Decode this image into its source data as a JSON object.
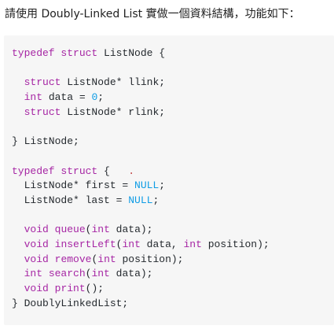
{
  "intro": {
    "prefix": "請使用 ",
    "term": "Doubly-Linked List",
    "suffix": " 實做一個資料結構，功能如下："
  },
  "code_lines": [
    [
      {
        "t": "typedef",
        "c": "kw"
      },
      {
        "t": " struct ",
        "c": "kw"
      },
      {
        "t": "ListNode {",
        "c": "pl"
      }
    ],
    [],
    [
      {
        "t": "  ",
        "c": "pl"
      },
      {
        "t": "struct",
        "c": "kw"
      },
      {
        "t": " ListNode* llink;",
        "c": "pl"
      }
    ],
    [
      {
        "t": "  ",
        "c": "pl"
      },
      {
        "t": "int",
        "c": "typ"
      },
      {
        "t": " data = ",
        "c": "pl"
      },
      {
        "t": "0",
        "c": "num"
      },
      {
        "t": ";",
        "c": "pl"
      }
    ],
    [
      {
        "t": "  ",
        "c": "pl"
      },
      {
        "t": "struct",
        "c": "kw"
      },
      {
        "t": " ListNode* rlink;",
        "c": "pl"
      }
    ],
    [],
    [
      {
        "t": "} ListNode;",
        "c": "pl"
      }
    ],
    [],
    [
      {
        "t": "typedef",
        "c": "kw"
      },
      {
        "t": " struct ",
        "c": "kw"
      },
      {
        "t": "{   ",
        "c": "pl"
      },
      {
        "t": ".",
        "c": "stray"
      }
    ],
    [
      {
        "t": "  ListNode* first = ",
        "c": "pl"
      },
      {
        "t": "NULL",
        "c": "cst"
      },
      {
        "t": ";",
        "c": "pl"
      }
    ],
    [
      {
        "t": "  ListNode* last = ",
        "c": "pl"
      },
      {
        "t": "NULL",
        "c": "cst"
      },
      {
        "t": ";",
        "c": "pl"
      }
    ],
    [],
    [
      {
        "t": "  ",
        "c": "pl"
      },
      {
        "t": "void",
        "c": "typ"
      },
      {
        "t": " ",
        "c": "pl"
      },
      {
        "t": "queue",
        "c": "fn"
      },
      {
        "t": "(",
        "c": "pl"
      },
      {
        "t": "int",
        "c": "typ"
      },
      {
        "t": " data);",
        "c": "pl"
      }
    ],
    [
      {
        "t": "  ",
        "c": "pl"
      },
      {
        "t": "void",
        "c": "typ"
      },
      {
        "t": " ",
        "c": "pl"
      },
      {
        "t": "insertLeft",
        "c": "fn"
      },
      {
        "t": "(",
        "c": "pl"
      },
      {
        "t": "int",
        "c": "typ"
      },
      {
        "t": " data, ",
        "c": "pl"
      },
      {
        "t": "int",
        "c": "typ"
      },
      {
        "t": " position);",
        "c": "pl"
      }
    ],
    [
      {
        "t": "  ",
        "c": "pl"
      },
      {
        "t": "void",
        "c": "typ"
      },
      {
        "t": " ",
        "c": "pl"
      },
      {
        "t": "remove",
        "c": "fn"
      },
      {
        "t": "(",
        "c": "pl"
      },
      {
        "t": "int",
        "c": "typ"
      },
      {
        "t": " position);",
        "c": "pl"
      }
    ],
    [
      {
        "t": "  ",
        "c": "pl"
      },
      {
        "t": "int",
        "c": "typ"
      },
      {
        "t": " ",
        "c": "pl"
      },
      {
        "t": "search",
        "c": "fn"
      },
      {
        "t": "(",
        "c": "pl"
      },
      {
        "t": "int",
        "c": "typ"
      },
      {
        "t": " data);",
        "c": "pl"
      }
    ],
    [
      {
        "t": "  ",
        "c": "pl"
      },
      {
        "t": "void",
        "c": "typ"
      },
      {
        "t": " ",
        "c": "pl"
      },
      {
        "t": "print",
        "c": "fn"
      },
      {
        "t": "();",
        "c": "pl"
      }
    ],
    [
      {
        "t": "} DoublyLinkedList;",
        "c": "pl"
      }
    ]
  ],
  "colors": {
    "keyword": "#a626a4",
    "number": "#0e9ce5",
    "text": "#24292e",
    "background": "#f6f6f6"
  }
}
